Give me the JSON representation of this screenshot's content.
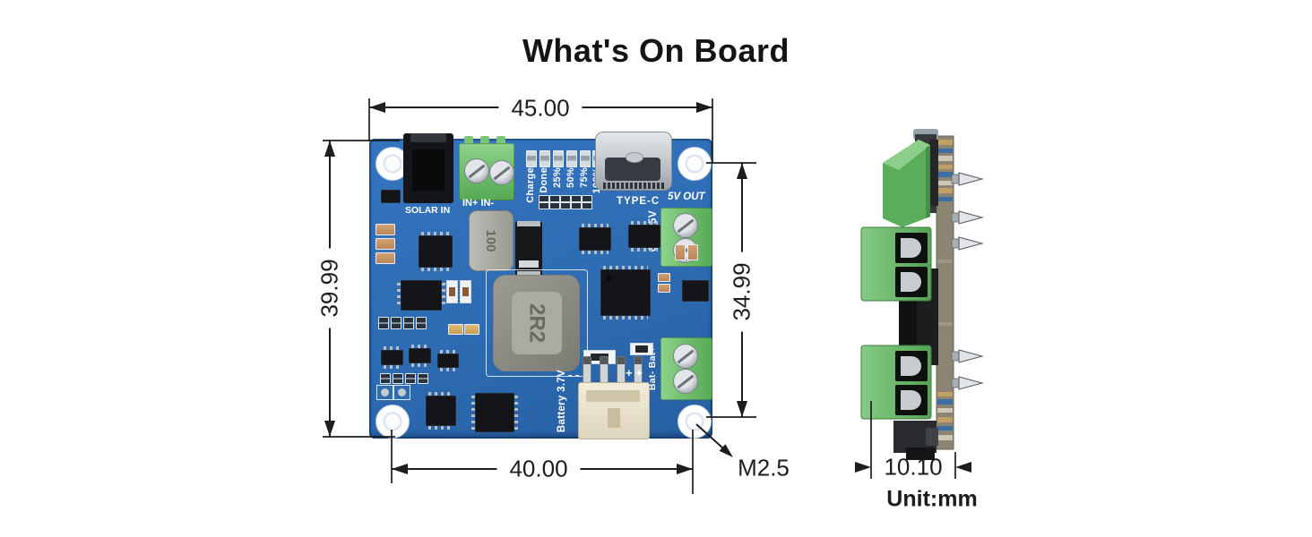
{
  "title": "What's On Board",
  "unit_note": "Unit:mm",
  "dimensions": {
    "board_width": "45.00",
    "board_height": "39.99",
    "hole_span_vertical": "34.99",
    "hole_span_horizontal": "40.00",
    "mounting_hole": "M2.5",
    "side_width": "10.10"
  },
  "board": {
    "silkscreen": {
      "solar_in": "SOLAR IN",
      "power_in": "IN+  IN-",
      "type_c": "TYPE-C",
      "five_v_out": "5V OUT",
      "gnd_5v": "GND 5V",
      "bat_terminals": "Bat- Bat+",
      "battery": "Battery 3.7V",
      "neg_pins": "- -",
      "pos_pins": "+ +"
    },
    "led_labels": [
      "Charge",
      "Done",
      "25%",
      "50%",
      "75%",
      "100%"
    ],
    "markings": {
      "inductor_main": "2R2",
      "inductor_input": "100"
    }
  },
  "colors": {
    "pcb": "#2d6bb2",
    "terminal_green": "#6cbc69",
    "ink": "#1d1d1f",
    "background": "#ffffff"
  }
}
